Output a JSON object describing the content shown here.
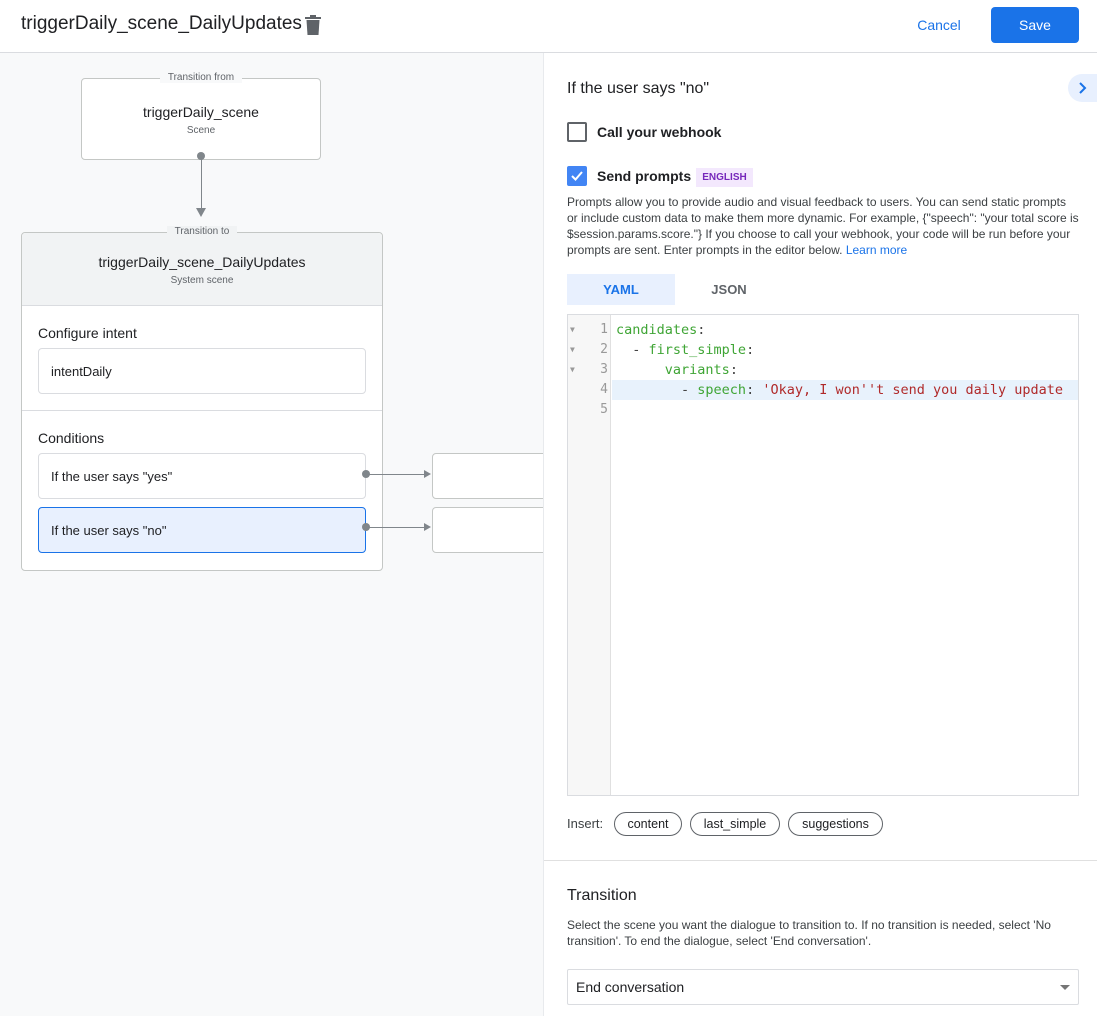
{
  "header": {
    "title": "triggerDaily_scene_DailyUpdates",
    "cancel_label": "Cancel",
    "save_label": "Save"
  },
  "graph": {
    "from": {
      "legend": "Transition from",
      "name": "triggerDaily_scene",
      "type": "Scene"
    },
    "to": {
      "legend": "Transition to",
      "name": "triggerDaily_scene_DailyUpdates",
      "type": "System scene",
      "intent_label": "Configure intent",
      "intent": "intentDaily",
      "conditions_label": "Conditions",
      "conditions": [
        {
          "label": "If the user says \"yes\""
        },
        {
          "label": "If the user says \"no\"",
          "selected": true
        }
      ]
    }
  },
  "panel": {
    "heading": "If the user says \"no\"",
    "webhook": {
      "label": "Call your webhook",
      "checked": false
    },
    "prompts": {
      "label": "Send prompts",
      "checked": true,
      "badge": "ENGLISH",
      "description": "Prompts allow you to provide audio and visual feedback to users. You can send static prompts or include custom data to make them more dynamic. For example, {\"speech\": \"your total score is $session.params.score.\"} If you choose to call your webhook, your code will be run before your prompts are sent. Enter prompts in the editor below.",
      "learn_more": "Learn more"
    },
    "tabs": [
      {
        "label": "YAML",
        "active": true
      },
      {
        "label": "JSON",
        "active": false
      }
    ],
    "editor": {
      "line_numbers": [
        "1",
        "2",
        "3",
        "4",
        "5"
      ],
      "lines": [
        {
          "indent": "",
          "key": "candidates",
          "punct": ":",
          "value": ""
        },
        {
          "indent": "  - ",
          "key": "first_simple",
          "punct": ":",
          "value": ""
        },
        {
          "indent": "      ",
          "key": "variants",
          "punct": ":",
          "value": ""
        },
        {
          "indent": "        - ",
          "key": "speech",
          "punct": ": ",
          "value": "'Okay, I won''t send you daily update"
        },
        {
          "indent": "",
          "key": "",
          "punct": "",
          "value": ""
        }
      ]
    },
    "insert_label": "Insert:",
    "insert_chips": [
      "content",
      "last_simple",
      "suggestions"
    ],
    "transition": {
      "heading": "Transition",
      "description": "Select the scene you want the dialogue to transition to. If no transition is needed, select 'No transition'. To end the dialogue, select 'End conversation'.",
      "selected": "End conversation"
    }
  },
  "colors": {
    "accent": "#1a73e8",
    "badge_bg": "#f3e8fd",
    "badge_text": "#7627bb"
  }
}
